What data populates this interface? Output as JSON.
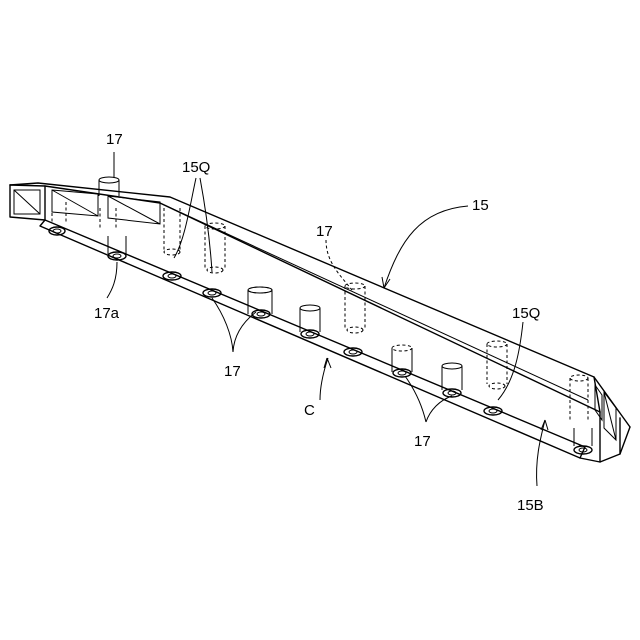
{
  "labels": {
    "l17_top": "17",
    "l15Q_left": "15Q",
    "l17a": "17a",
    "l17_mid_left": "17",
    "lC": "C",
    "l17_center": "17",
    "l15": "15",
    "l15Q_right": "15Q",
    "l17_bottom_right": "17",
    "l15B": "15B"
  }
}
